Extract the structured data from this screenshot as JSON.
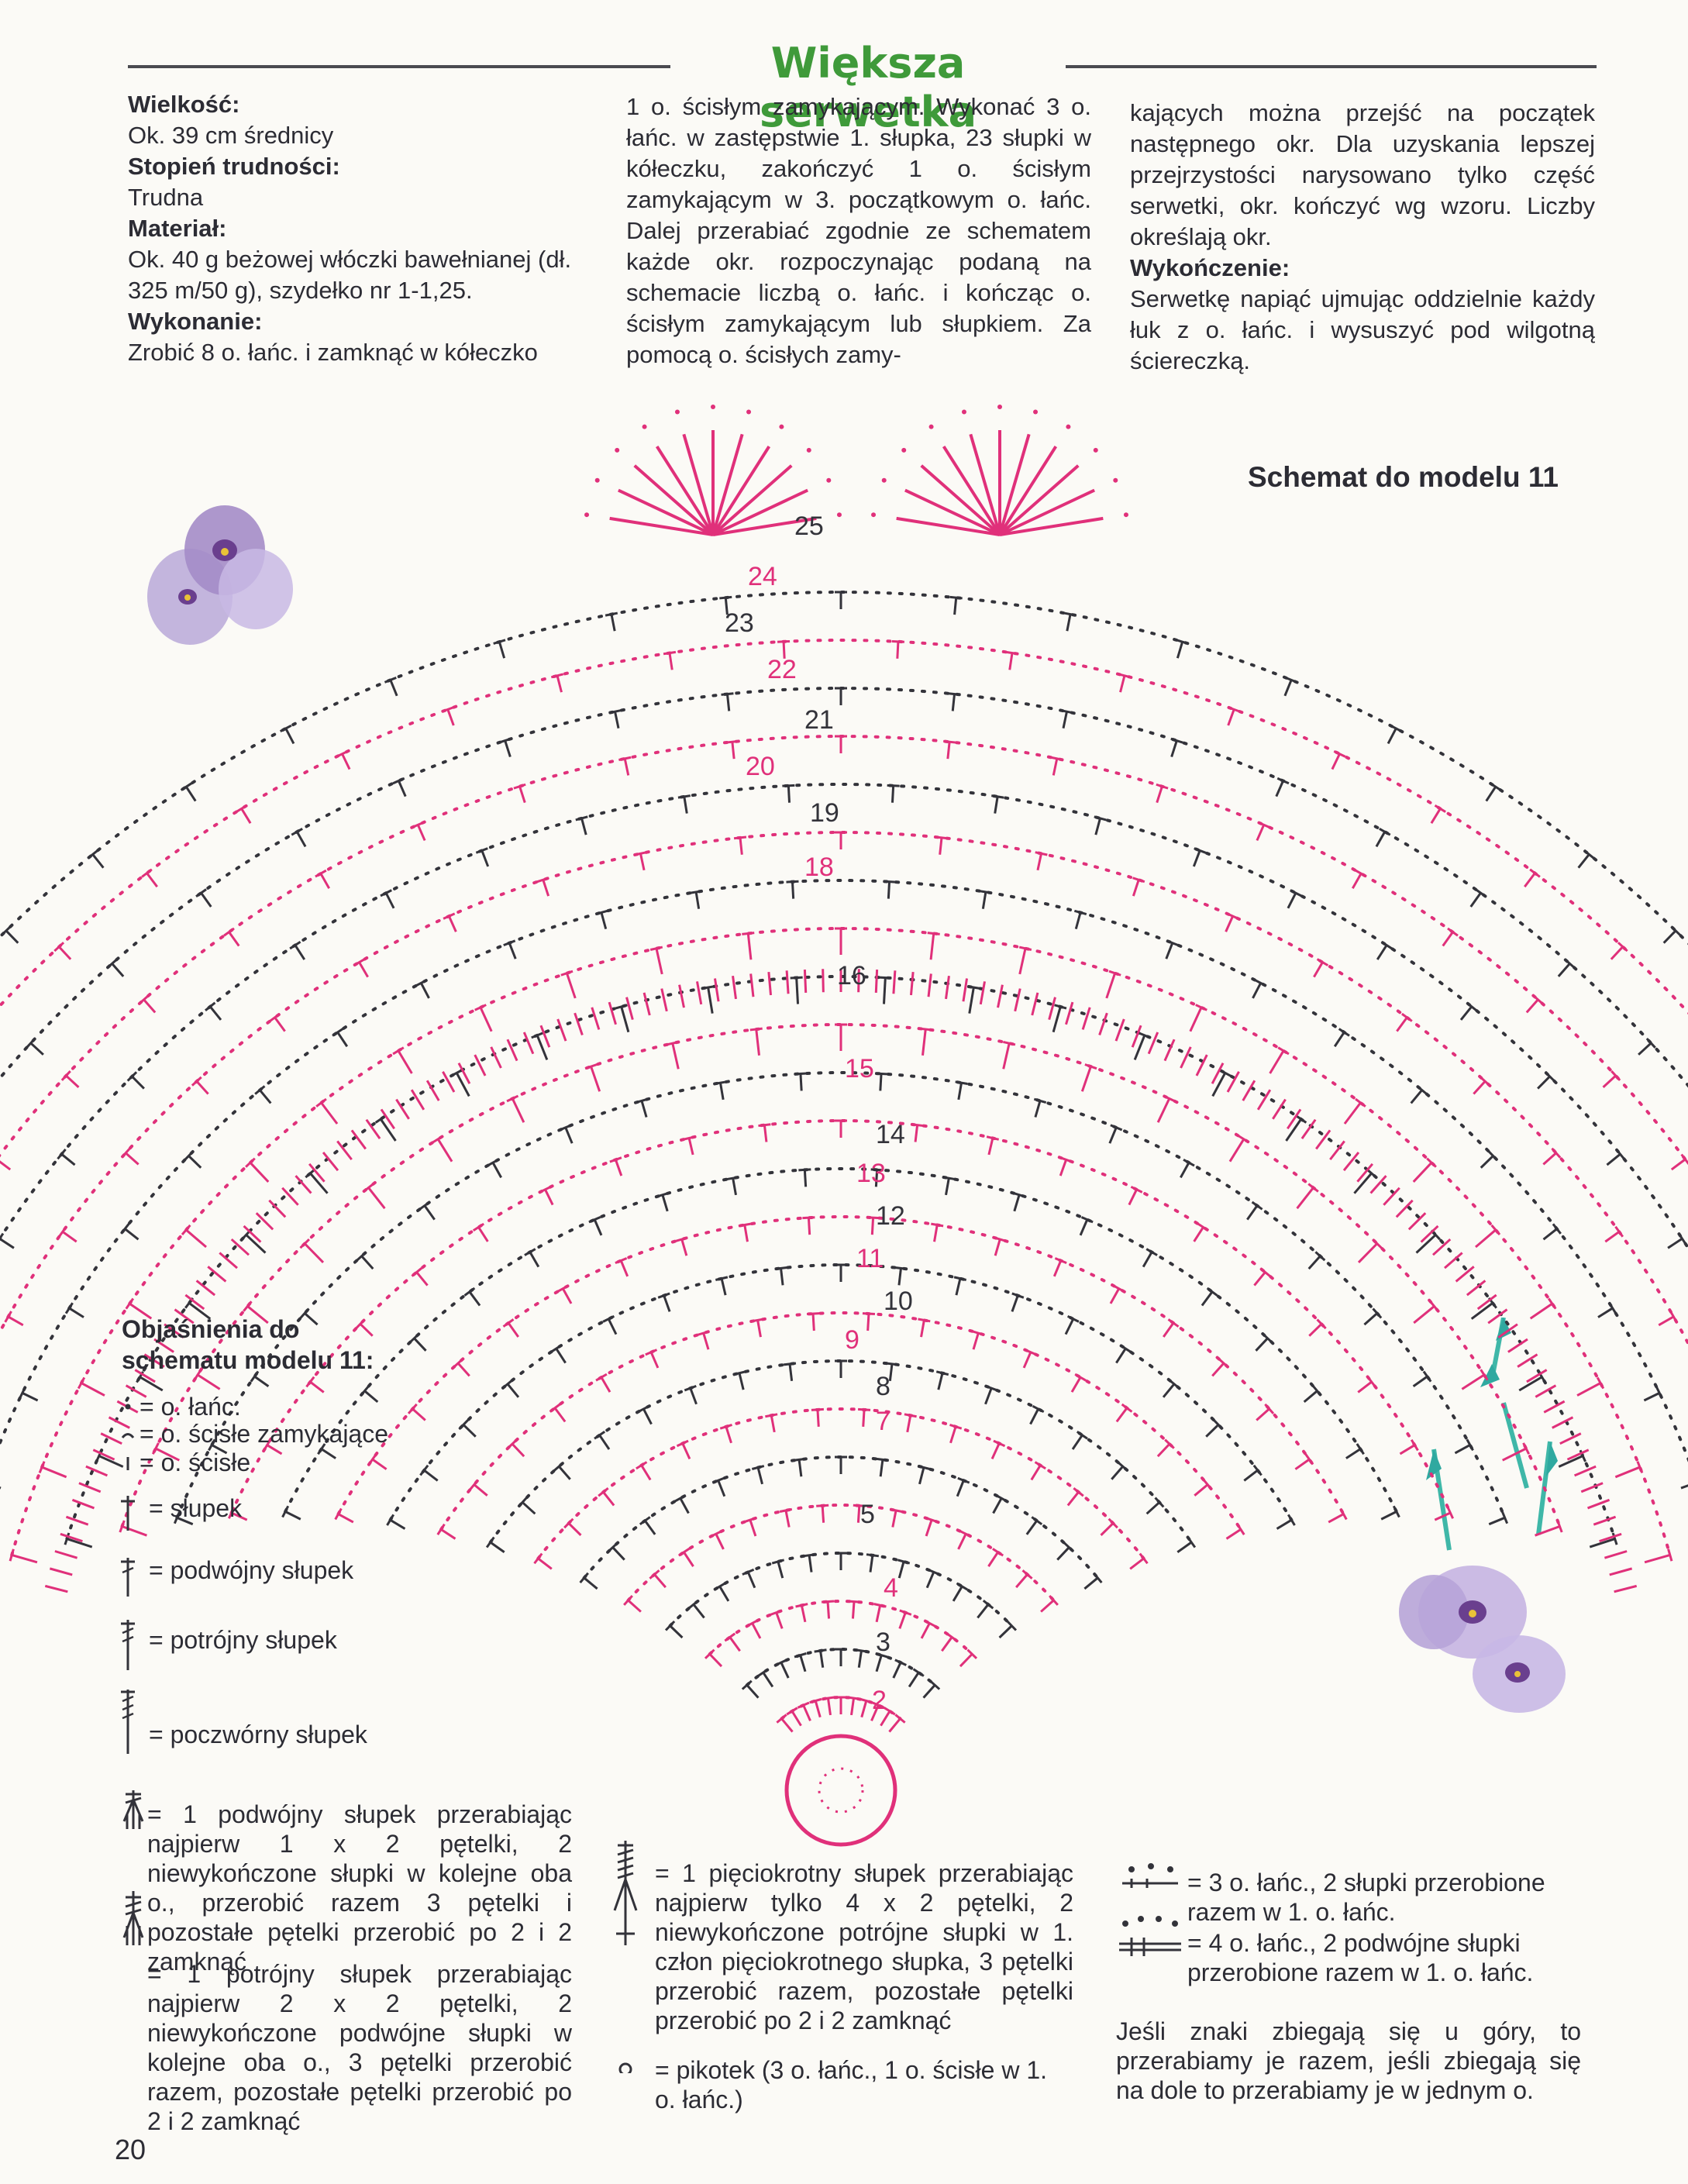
{
  "header": {
    "title": "Większa serwetka"
  },
  "intro": {
    "size_label": "Wielkość:",
    "size_value": "Ok. 39 cm średnicy",
    "difficulty_label": "Stopień trudności:",
    "difficulty_value": "Trudna",
    "material_label": "Materiał:",
    "material_value": "Ok. 40 g beżowej włóczki bawełnianej (dł. 325 m/50 g), szydełko nr 1-1,25.",
    "making_label": "Wykonanie:",
    "making_value": "Zrobić 8 o. łańc. i zamknąć w kółeczko"
  },
  "middle_col": {
    "text": "1 o. ścisłym zamykającym. Wykonać 3 o. łańc. w zastępstwie 1. słupka, 23 słupki w kółeczku, zakończyć 1 o. ścisłym zamykającym w 3. początkowym o. łańc. Dalej przerabiać zgodnie ze schematem każde okr. rozpoczynając podaną na schemacie liczbą o. łańc. i kończąc o. ścisłym zamykającym lub słupkiem. Za pomocą o. ścisłych zamy-"
  },
  "right_col": {
    "text": "kających można przejść na początek następnego okr. Dla uzyskania lepszej przejrzystości narysowano tylko część serwetki, okr. kończyć wg wzoru. Liczby określają okr.",
    "finish_label": "Wykończenie:",
    "finish_text": "Serwetkę napiąć ujmując oddzielnie każdy łuk z o. łańc. i wysuszyć pod wilgotną ściereczką."
  },
  "schema": {
    "title": "Schemat do modelu 11",
    "round_labels": [
      "2",
      "3",
      "4",
      "5",
      "7",
      "8",
      "9",
      "10",
      "11",
      "12",
      "13",
      "14",
      "15",
      "16",
      "18",
      "19",
      "20",
      "21",
      "22",
      "23",
      "24",
      "25"
    ]
  },
  "legend": {
    "heading_line1": "Objaśnienia do",
    "heading_line2": "schematu modelu 11:",
    "items": [
      "= o. łańc.",
      "= o. ścisłe zamykające",
      "= o. ścisłe",
      "= słupek",
      "= podwójny słupek",
      "= potrójny słupek",
      "= poczwórny słupek"
    ],
    "cluster_double": "= 1 podwójny słupek przerabiając najpierw 1 x 2 pętelki, 2 niewykończone słupki w kolejne oba o., przerobić razem 3 pętelki i pozostałe pętelki przerobić po 2 i 2 zamknąć",
    "cluster_triple": "= 1 potrójny słupek przerabiając najpierw 2 x 2 pętelki, 2 niewykończone podwójne słupki w kolejne oba o., 3 pętelki przerobić razem, pozostałe pętelki przerobić po 2 i 2 zamknąć",
    "five_fold": "= 1 pięciokrotny słupek przerabiając najpierw tylko 4 x 2 pętelki, 2 niewykończone potrójne słupki w 1. człon pięciokrotnego słupka, 3 pętelki przerobić razem, pozostałe pętelki przerobić po 2 i 2 zamknąć",
    "picot": "= pikotek (3 o. łańc., 1 o. ścisłe w 1. o. łańc.)",
    "three_ch": "= 3 o. łańc., 2 słupki przerobione razem w 1. o. łańc.",
    "four_ch": "= 4 o. łańc., 2 podwójne słupki przerobione razem w 1. o. łańc.",
    "note": "Jeśli znaki zbiegają się u góry, to przerabiamy je razem, jeśli zbiegają się na dole to przerabiamy je w jednym o."
  },
  "footer": {
    "page_number": "20"
  },
  "colors": {
    "pink": "#e0307a",
    "dark": "#33333a",
    "title_green": "#3f9a3a"
  }
}
